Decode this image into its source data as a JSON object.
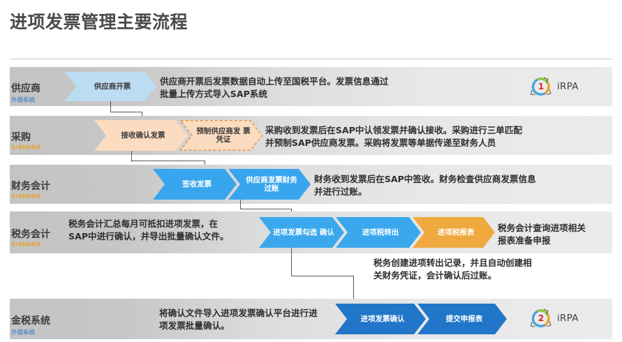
{
  "title": "进项发票管理主要流程",
  "lanes": [
    {
      "name": "供应商",
      "system": "外部系统",
      "system_type": "external",
      "steps": [
        {
          "label": "供应商开票",
          "style": "lightblue"
        }
      ],
      "description": "供应商开票后发票数据自动上传至国税平台。发票信息通过\n批量上传方式导入SAP系统",
      "badge": {
        "label": "iRPA",
        "number": "1"
      }
    },
    {
      "name": "采购",
      "system": "S/4HANA",
      "system_type": "s4hana",
      "steps": [
        {
          "label": "接收确认发票",
          "style": "peach"
        },
        {
          "label": "预制供应商发\n票凭证",
          "style": "peach-dash"
        }
      ],
      "description": "采购收到发票后在SAP中认领发票并确认接收。采购进行三单匹配\n并预制SAP供应商发票。采购将发票等单据传递至财务人员"
    },
    {
      "name": "财务会计",
      "system": "S/4HANA",
      "system_type": "s4hana",
      "steps": [
        {
          "label": "签收发票",
          "style": "brightblue"
        },
        {
          "label": "供应商发票财务\n过账",
          "style": "brightblue"
        }
      ],
      "description": "财务收到发票后在SAP中签收。财务检查供应商发票信息\n并进行过账。"
    },
    {
      "name": "税务会计",
      "system": "S/4HANA",
      "system_type": "s4hana",
      "description_left": "税务会计汇总每月可抵扣进项发票，在\nSAP中进行确认，并导出批量确认文件。",
      "steps": [
        {
          "label": "进项发票勾选\n确认",
          "style": "midblue"
        },
        {
          "label": "进项税转出",
          "style": "midblue"
        },
        {
          "label": "进项税报表",
          "style": "orange"
        }
      ],
      "description_right": "税务会计查询进项相关\n报表准备申报"
    },
    {
      "name": "金税系统",
      "system": "外部系统",
      "system_type": "external",
      "description": "将确认文件导入进项发票确认平台进行进\n项发票批量确认。",
      "steps": [
        {
          "label": "进项发票确认",
          "style": "deepblue"
        },
        {
          "label": "提交申报表",
          "style": "deepblue"
        }
      ],
      "badge": {
        "label": "iRPA",
        "number": "2"
      }
    }
  ],
  "annotations": [
    {
      "text": "税务创建进项转出记录，并且自动创建相\n关财务凭证，会计确认后过账。"
    }
  ],
  "colors": {
    "lightblue": "#bcdcf2",
    "peach": "#fbdcc0",
    "brightblue": "#38a6ef",
    "midblue": "#3ba8ee",
    "orange": "#efa93e",
    "deepblue": "#2176c9",
    "external_label": "#5b8fc9",
    "s4hana_label": "#e8a33d",
    "lane_band_left": "#c4c4c4",
    "lane_band_right": "#ebebeb",
    "connector": "#595959"
  }
}
